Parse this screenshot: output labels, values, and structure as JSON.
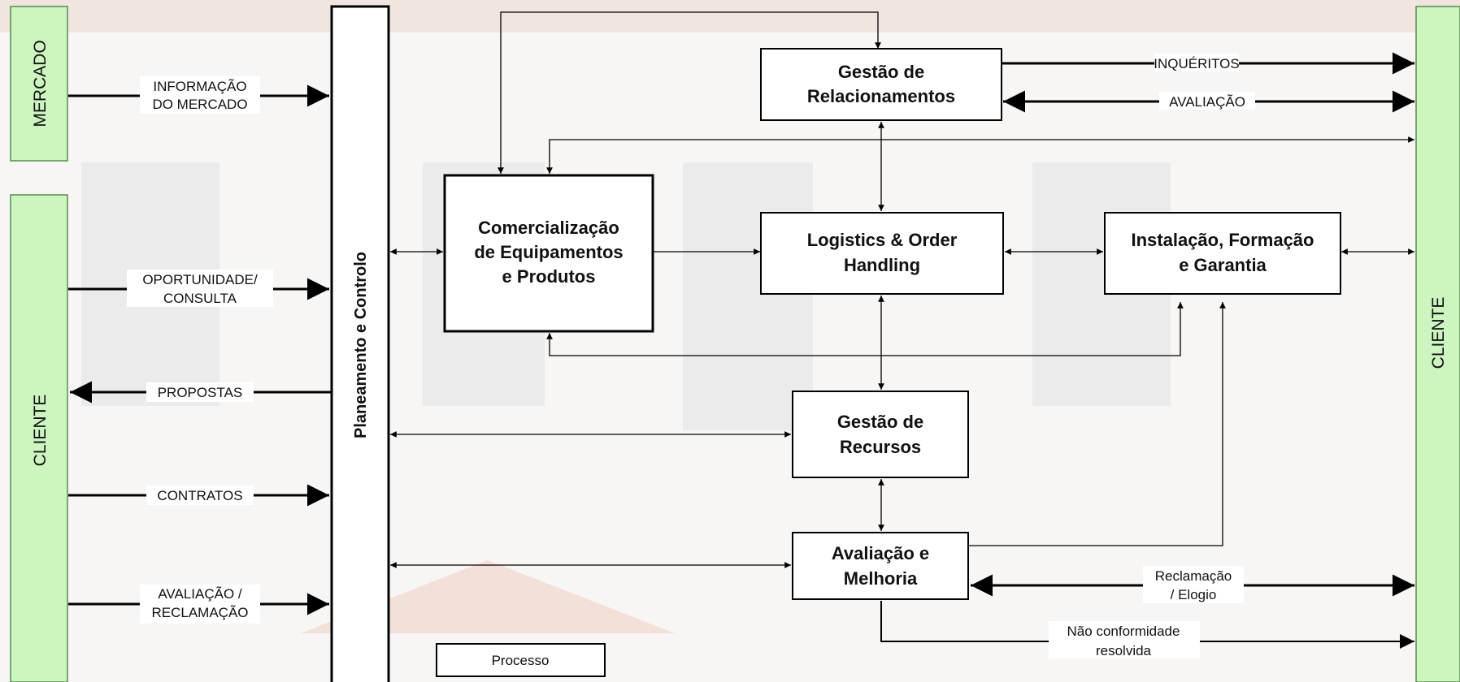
{
  "lanes": {
    "mercado": "MERCADO",
    "cliente_left": "CLIENTE",
    "cliente_right": "CLIENTE"
  },
  "planeamento": "Planeamento e Controlo",
  "boxes": {
    "gestao_relacionamentos": [
      "Gestão de",
      "Relacionamentos"
    ],
    "comercializacao": [
      "Comercialização",
      "de Equipamentos",
      "e Produtos"
    ],
    "logistics": [
      "Logistics & Order",
      "Handling"
    ],
    "instalacao": [
      "Instalação, Formação",
      "e Garantia"
    ],
    "gestao_recursos": [
      "Gestão de",
      "Recursos"
    ],
    "avaliacao": [
      "Avaliação e",
      "Melhoria"
    ]
  },
  "flow_labels": {
    "informacao_mercado": [
      "INFORMAÇÃO",
      "DO MERCADO"
    ],
    "oportunidade": [
      "OPORTUNIDADE/",
      "CONSULTA"
    ],
    "propostas": [
      "PROPOSTAS"
    ],
    "contratos": [
      "CONTRATOS"
    ],
    "avaliacao_reclamacao": [
      "AVALIAÇÃO /",
      "RECLAMAÇÃO"
    ],
    "inqueritos": [
      "INQUÉRITOS"
    ],
    "avaliacao_right": [
      "AVALIAÇÃO"
    ],
    "reclamacao_elogio": [
      "Reclamação",
      "/ Elogio"
    ],
    "nao_conformidade": [
      "Não conformidade",
      "resolvida"
    ]
  },
  "legend": {
    "processo": "Processo"
  },
  "colors": {
    "lane_fill": "#ccf5c0",
    "lane_border": "#5a8a50",
    "line": "#000000",
    "box_fill": "#ffffff"
  }
}
